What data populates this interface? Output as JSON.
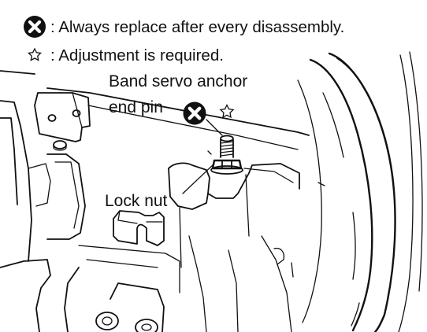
{
  "legend": {
    "replace_text": ": Always replace after every disassembly.",
    "adjust_text": ": Adjustment is required."
  },
  "callouts": {
    "anchor_pin_line1": "Band servo anchor",
    "anchor_pin_line2": "end pin",
    "lock_nut": "Lock nut"
  },
  "icons": {
    "replace": "circle-x-icon",
    "adjust": "star-outline-icon"
  },
  "colors": {
    "ink": "#111111",
    "background": "#ffffff"
  }
}
